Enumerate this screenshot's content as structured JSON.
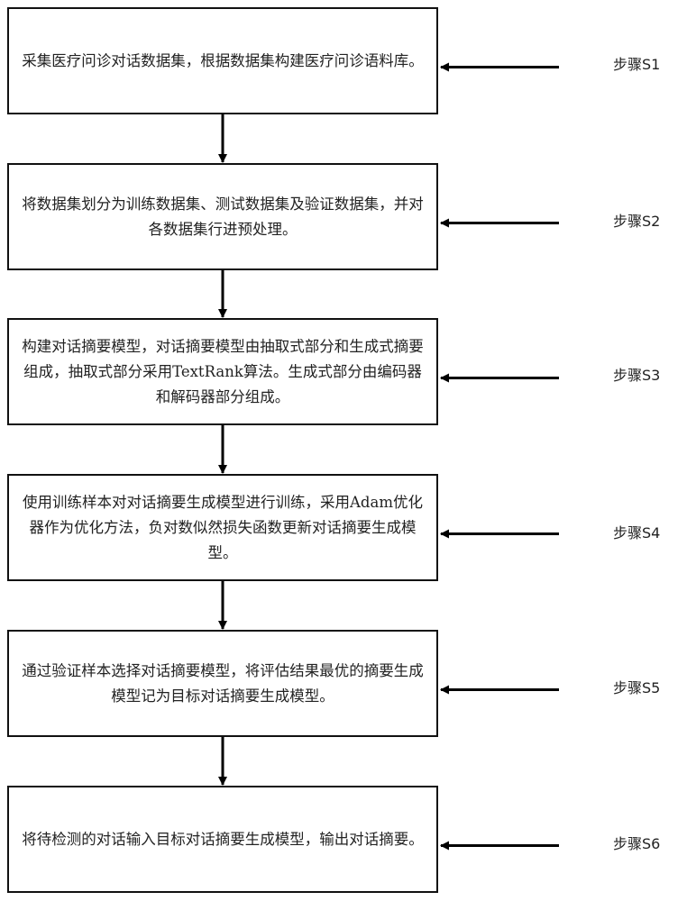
{
  "diagram": {
    "type": "flowchart",
    "steps": [
      {
        "id": "S1",
        "label": "步骤S1",
        "text": "采集医疗问诊对话数据集，根据数据集构建医疗问诊语料库。"
      },
      {
        "id": "S2",
        "label": "步骤S2",
        "text": "将数据集划分为训练数据集、测试数据集及验证数据集，并对各数据集行进预处理。"
      },
      {
        "id": "S3",
        "label": "步骤S3",
        "text": "构建对话摘要模型，对话摘要模型由抽取式部分和生成式摘要组成，抽取式部分采用TextRank算法。生成式部分由编码器和解码器部分组成。"
      },
      {
        "id": "S4",
        "label": "步骤S4",
        "text": "使用训练样本对对话摘要生成模型进行训练，采用Adam优化器作为优化方法，负对数似然损失函数更新对话摘要生成模型。"
      },
      {
        "id": "S5",
        "label": "步骤S5",
        "text": "通过验证样本选择对话摘要模型，将评估结果最优的摘要生成模型记为目标对话摘要生成模型。"
      },
      {
        "id": "S6",
        "label": "步骤S6",
        "text": "将待检测的对话输入目标对话摘要生成模型，输出对话摘要。"
      }
    ],
    "edges": [
      {
        "from": "S1",
        "to": "S2"
      },
      {
        "from": "S2",
        "to": "S3"
      },
      {
        "from": "S3",
        "to": "S4"
      },
      {
        "from": "S4",
        "to": "S5"
      },
      {
        "from": "S5",
        "to": "S6"
      }
    ]
  }
}
